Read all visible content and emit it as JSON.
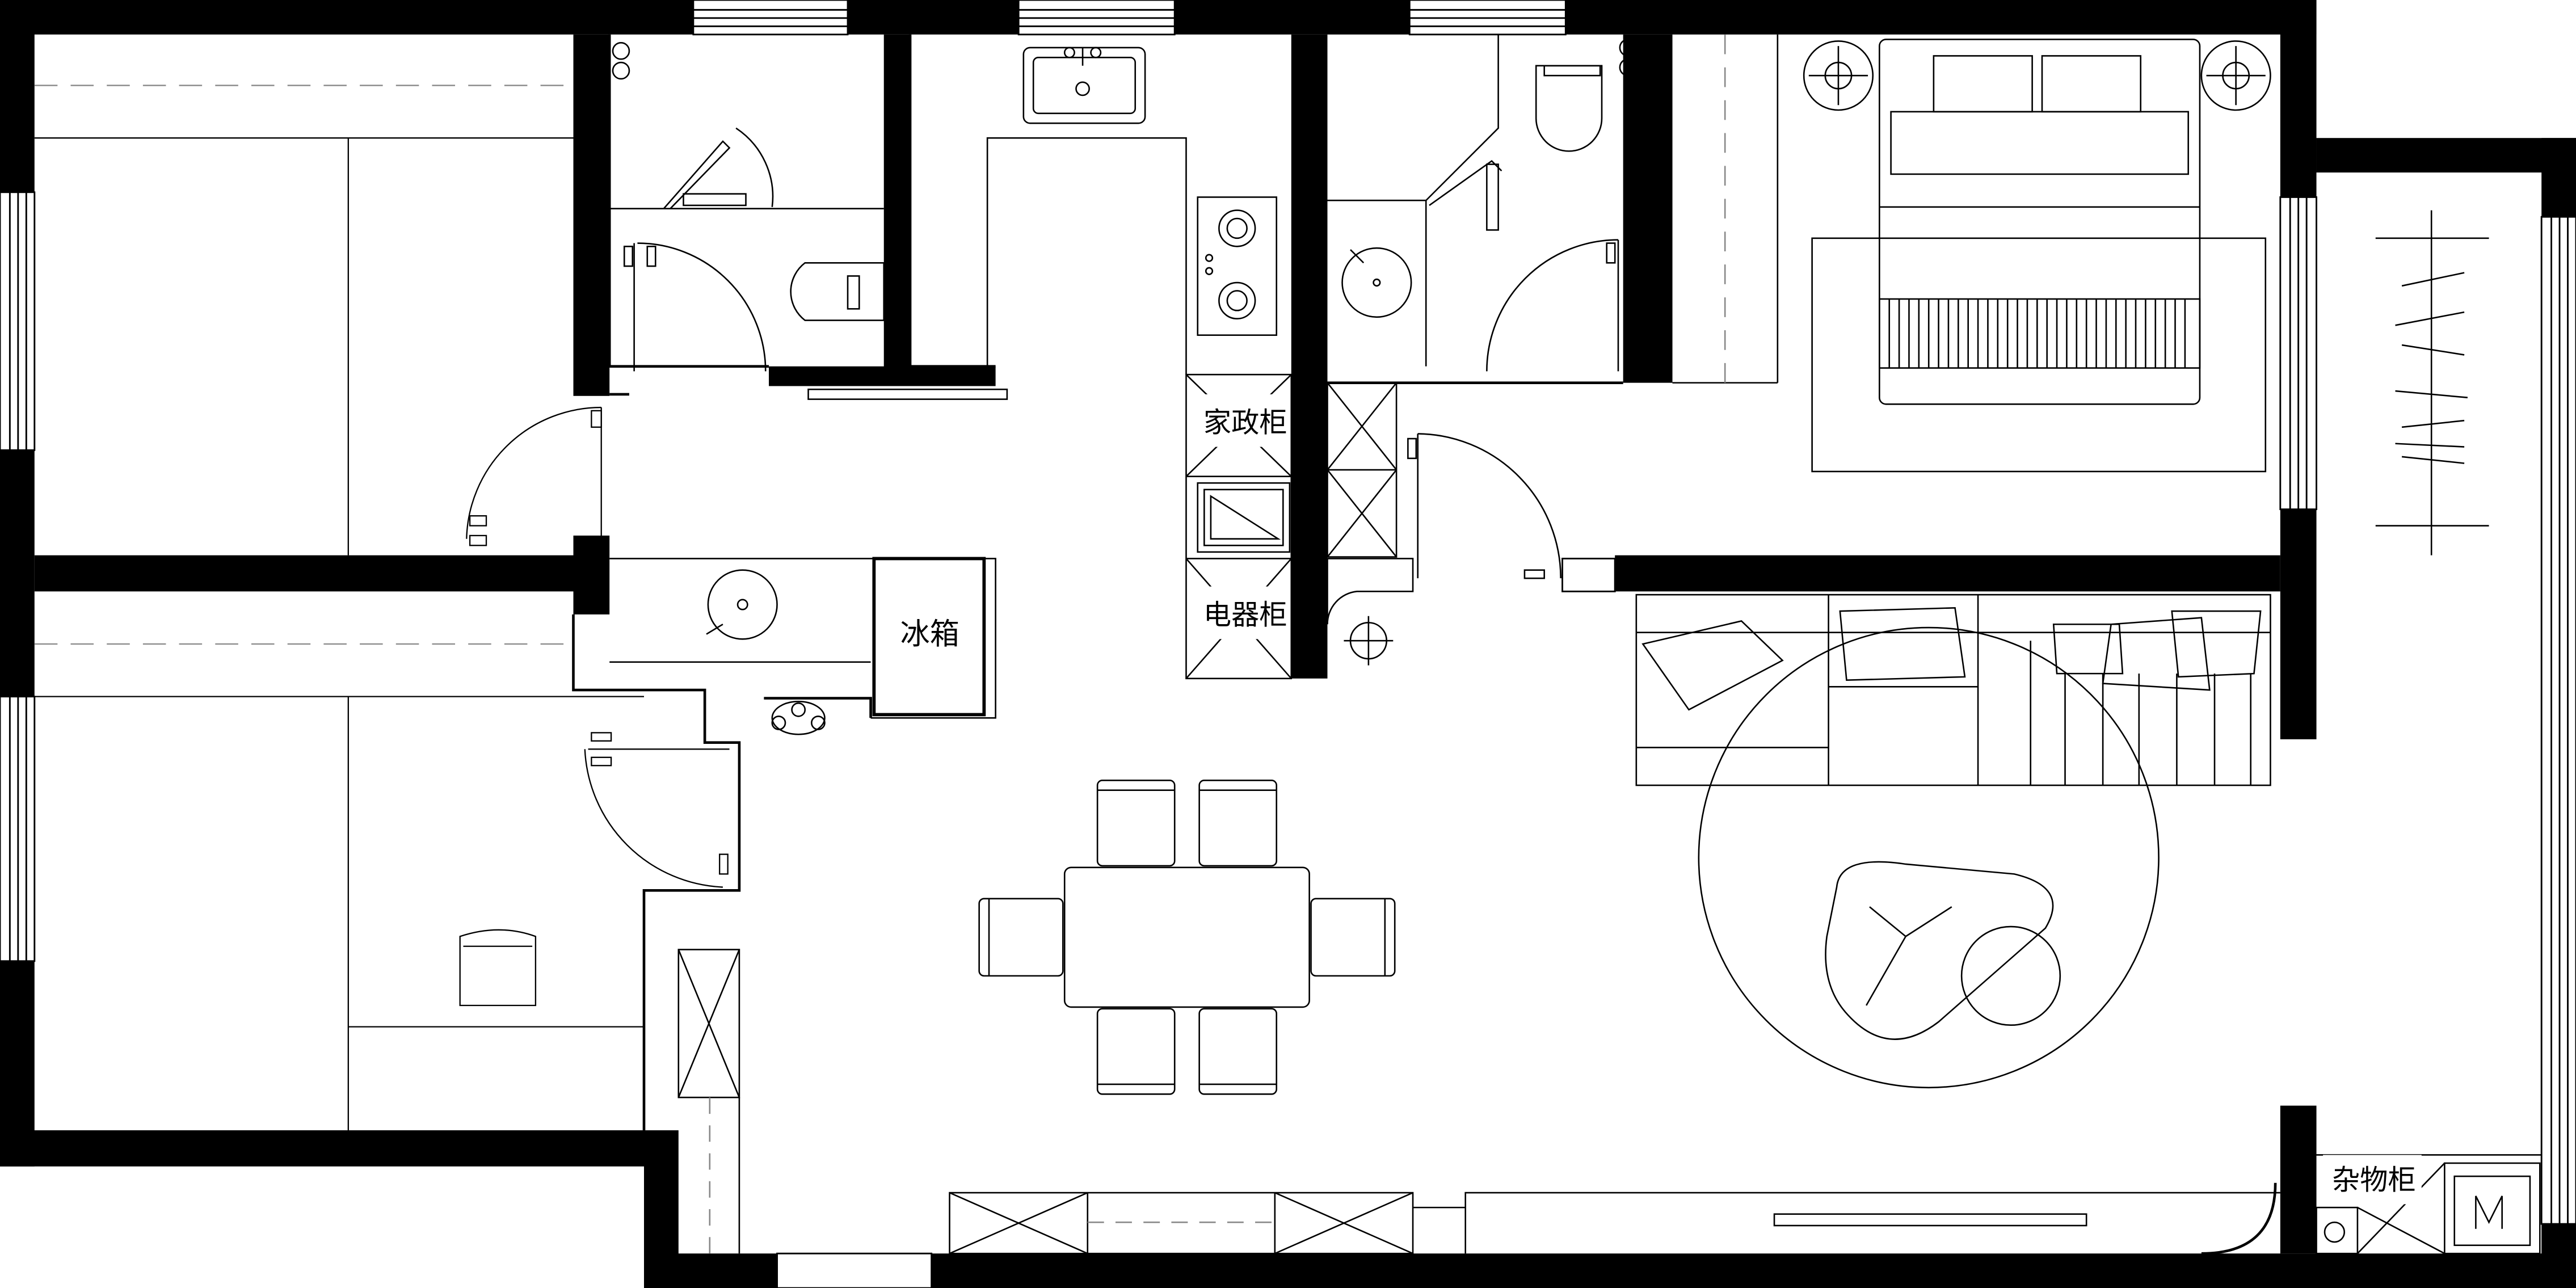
{
  "colors": {
    "wall": "#000000",
    "line": "#1a1a1a",
    "dashed": "#888888",
    "background": "#ffffff"
  },
  "labels": {
    "housekeeping_cabinet": "家政柜",
    "appliance_cabinet": "电器柜",
    "refrigerator": "冰箱",
    "storage_cabinet": "杂物柜"
  },
  "icons": [
    "toilet-icon",
    "sink-icon",
    "stove-icon",
    "bed-icon",
    "sofa-icon",
    "dining-table-icon",
    "chair-icon",
    "coffee-table-icon",
    "rug-icon",
    "lamp-icon",
    "washing-machine-icon",
    "wardrobe-icon",
    "door-swing-icon",
    "window-icon"
  ]
}
